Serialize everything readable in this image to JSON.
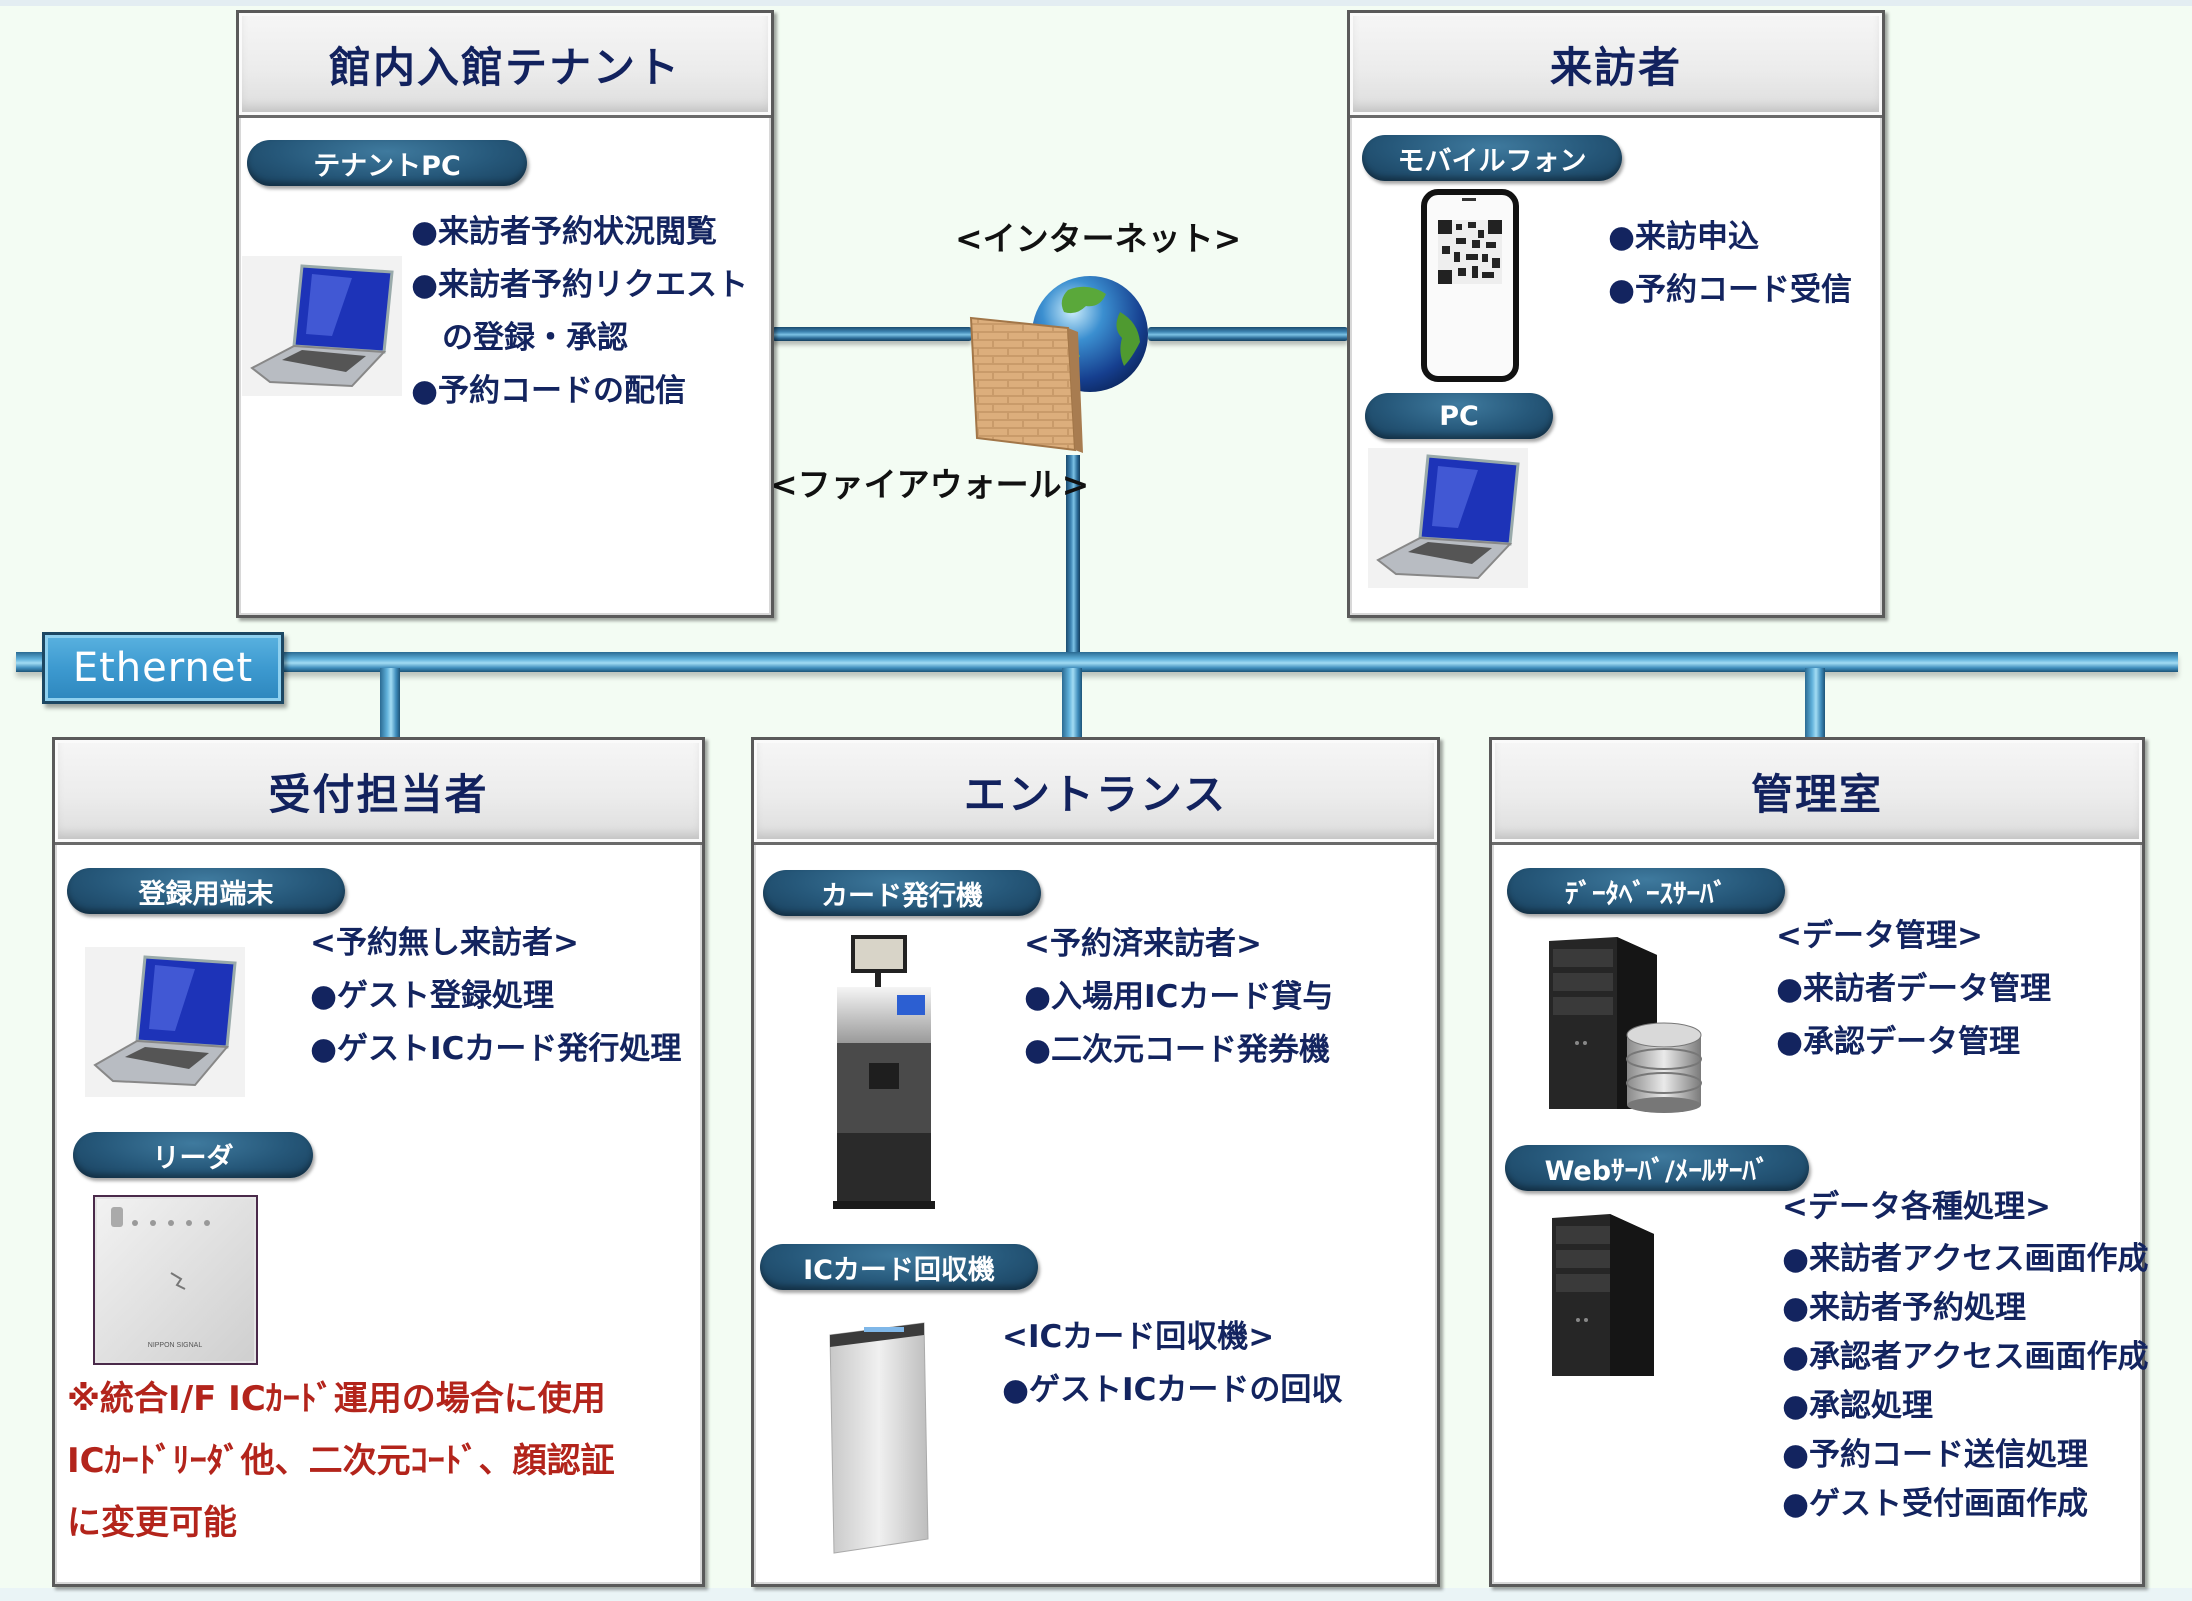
{
  "diagram": {
    "network_label": "Ethernet",
    "internet_label": "<インターネット>",
    "firewall_label": "<ファイアウォール>",
    "colors": {
      "background": "#f3fcf3",
      "heading_text": "#12225e",
      "body_text": "#13245f",
      "note_text": "#b3241b",
      "pill": "#26587a",
      "ethernet": "#3d9ad0"
    }
  },
  "tenant": {
    "title": "館内入館テナント",
    "device_label": "テナントPC",
    "device_icon": "laptop-icon",
    "items": [
      "●来訪者予約状況閲覧",
      "●来訪者予約リクエスト",
      "　の登録・承認",
      "●予約コードの配信"
    ]
  },
  "visitor": {
    "title": "来訪者",
    "mobile_label": "モバイルフォン",
    "mobile_icon": "smartphone-qr-icon",
    "pc_label": "PC",
    "pc_icon": "laptop-icon",
    "items": [
      "●来訪申込",
      "●予約コード受信"
    ]
  },
  "reception": {
    "title": "受付担当者",
    "terminal_label": "登録用端末",
    "terminal_icon": "laptop-icon",
    "terminal_heading": "<予約無し来訪者>",
    "terminal_items": [
      "●ゲスト登録処理",
      "●ゲストICカード発行処理"
    ],
    "reader_label": "リーダ",
    "reader_icon": "card-reader-icon",
    "reader_brand": "NIPPON SIGNAL",
    "notes": [
      "※統合I/F ICｶｰﾄﾞ運用の場合に使用",
      "ICｶｰﾄﾞﾘｰﾀﾞ他、二次元ｺｰﾄﾞ、顔認証",
      "に変更可能"
    ]
  },
  "entrance": {
    "title": "エントランス",
    "issuer_label": "カード発行機",
    "issuer_icon": "kiosk-icon",
    "issuer_heading": "<予約済来訪者>",
    "issuer_items": [
      "●入場用ICカード貸与",
      "●二次元コード発券機"
    ],
    "collector_label": "ICカード回収機",
    "collector_icon": "card-collector-icon",
    "collector_heading": "<ICカード回収機>",
    "collector_items": [
      "●ゲストICカードの回収"
    ]
  },
  "admin": {
    "title": "管理室",
    "db_label": "ﾃﾞｰﾀﾍﾞｰｽｻｰﾊﾞ",
    "db_icon": "database-server-icon",
    "db_heading": "<データ管理>",
    "db_items": [
      "●来訪者データ管理",
      "●承認データ管理"
    ],
    "web_label": "Webｻｰﾊﾞ/ﾒｰﾙｻｰﾊﾞ",
    "web_icon": "server-tower-icon",
    "web_heading": "<データ各種処理>",
    "web_items": [
      "●来訪者アクセス画面作成",
      "●来訪者予約処理",
      "●承認者アクセス画面作成",
      "●承認処理",
      "●予約コード送信処理",
      "●ゲスト受付画面作成"
    ]
  }
}
